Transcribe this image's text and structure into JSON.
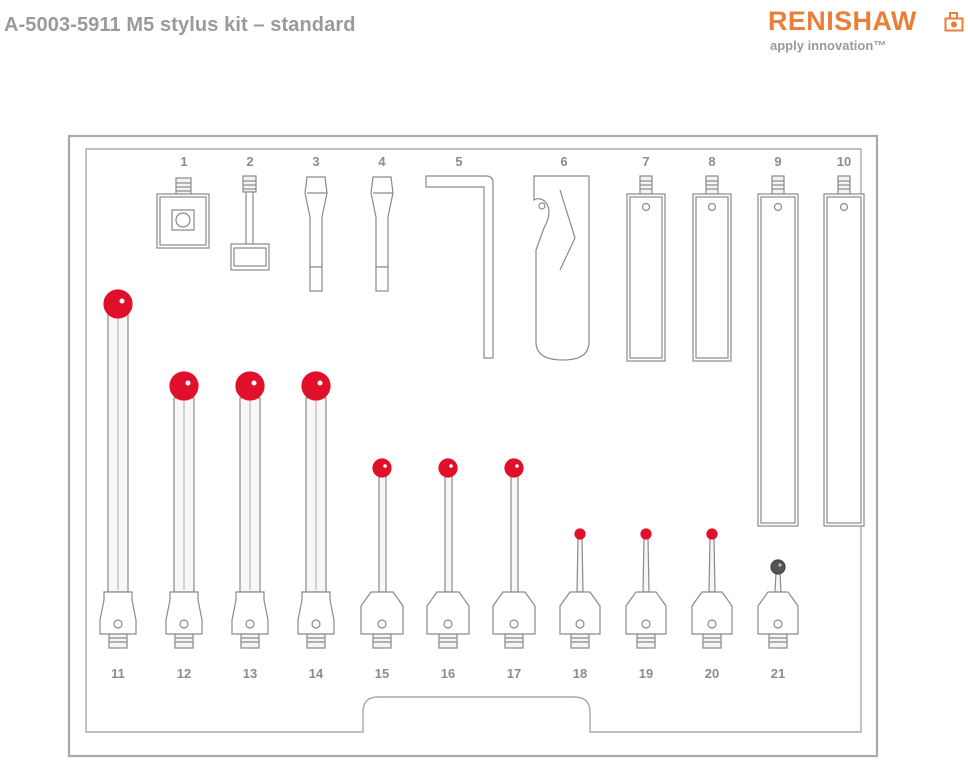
{
  "title": "A-5003-5911 M5 stylus kit – standard",
  "logo": {
    "wordmark": "RENISHAW",
    "tagline": "apply innovation™",
    "color": "#e8803a",
    "icon": "renishaw-mark-icon"
  },
  "colors": {
    "ruby": "#e0102a",
    "tray_line": "#aaaaaa",
    "part_line": "#8a8a8a",
    "label": "#8c8c8c",
    "ceramic_ball": "#555555"
  },
  "items": [
    {
      "number": "1",
      "part": "adaptor-block"
    },
    {
      "number": "2",
      "part": "thread-adaptor"
    },
    {
      "number": "3",
      "part": "stylus-tool"
    },
    {
      "number": "4",
      "part": "stylus-tool"
    },
    {
      "number": "5",
      "part": "hex-key"
    },
    {
      "number": "6",
      "part": "s-tool"
    },
    {
      "number": "7",
      "part": "extension"
    },
    {
      "number": "8",
      "part": "extension"
    },
    {
      "number": "9",
      "part": "extension"
    },
    {
      "number": "10",
      "part": "extension"
    },
    {
      "number": "11",
      "part": "ruby-ball-stylus"
    },
    {
      "number": "12",
      "part": "ruby-ball-stylus"
    },
    {
      "number": "13",
      "part": "ruby-ball-stylus"
    },
    {
      "number": "14",
      "part": "ruby-ball-stylus"
    },
    {
      "number": "15",
      "part": "ruby-ball-stylus"
    },
    {
      "number": "16",
      "part": "ruby-ball-stylus"
    },
    {
      "number": "17",
      "part": "ruby-ball-stylus"
    },
    {
      "number": "18",
      "part": "ruby-ball-stylus"
    },
    {
      "number": "19",
      "part": "ruby-ball-stylus"
    },
    {
      "number": "20",
      "part": "ruby-ball-stylus"
    },
    {
      "number": "21",
      "part": "ceramic-ball-stylus"
    }
  ]
}
